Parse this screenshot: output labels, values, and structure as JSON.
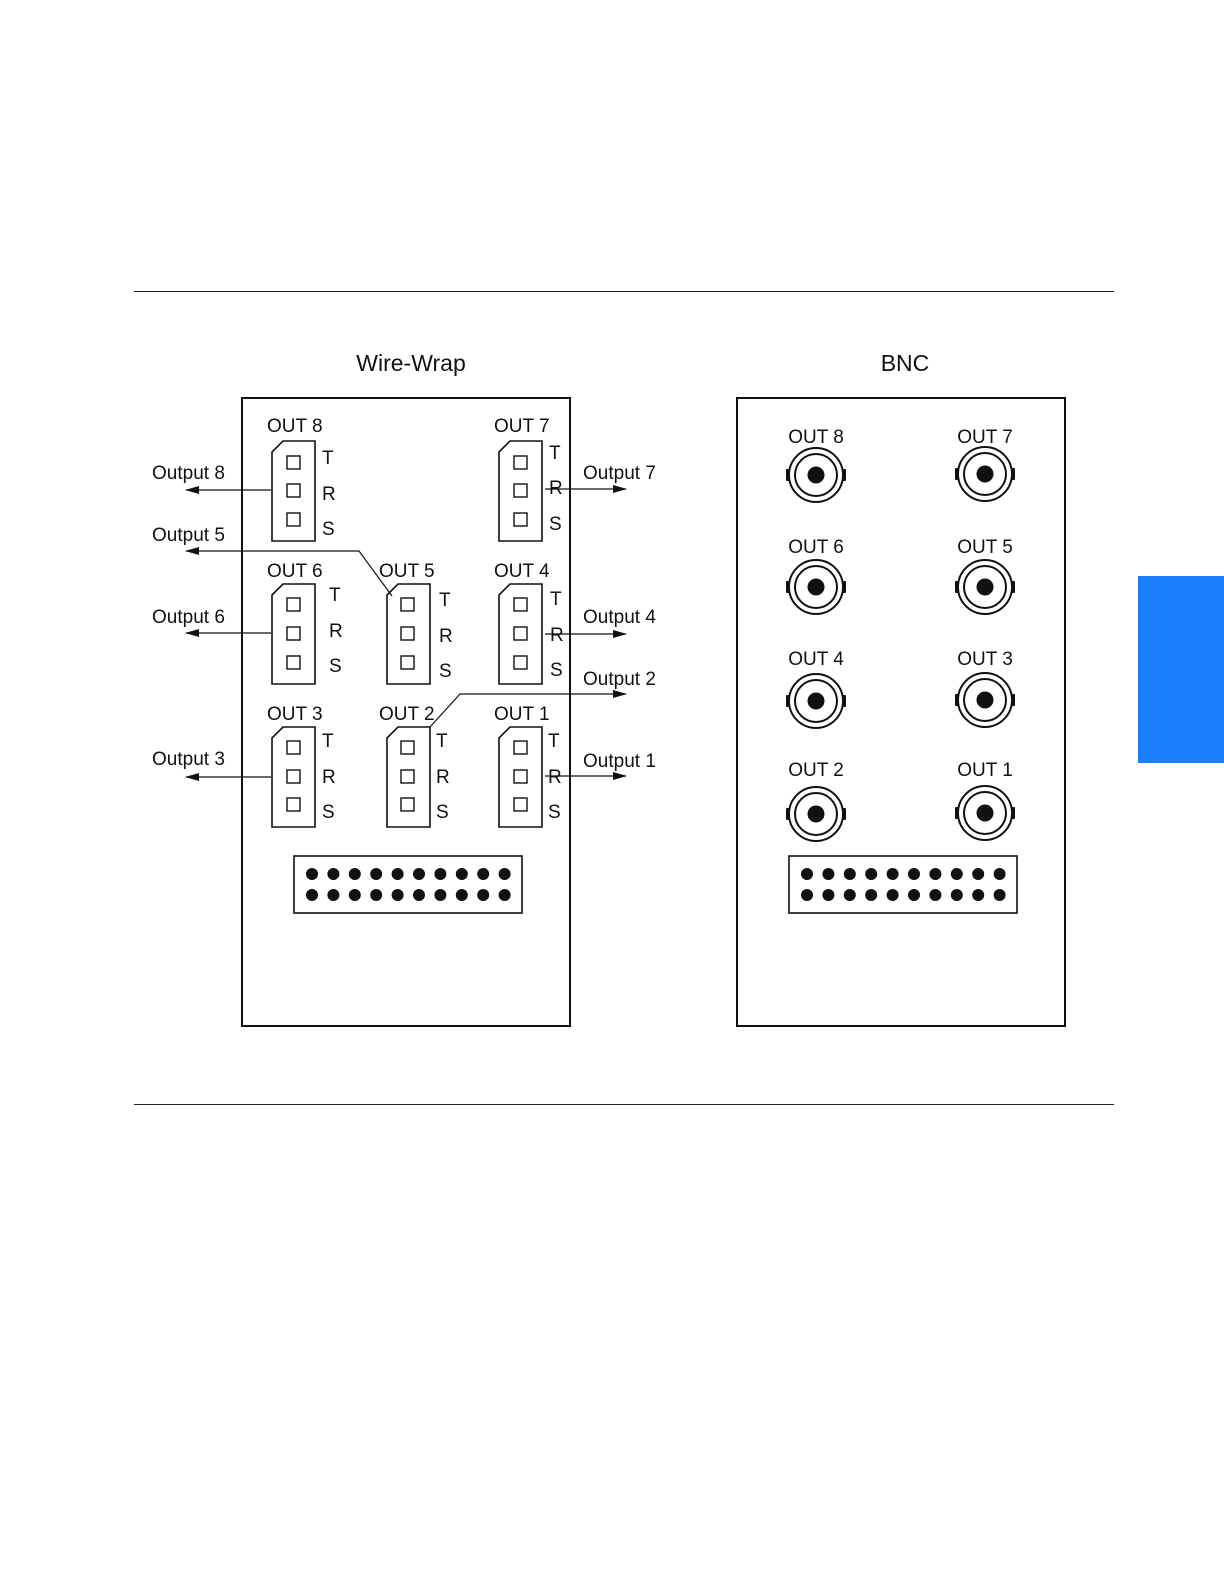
{
  "colors": {
    "ink": "#111111",
    "tab": "#1A80FF",
    "page": "#FFFFFF"
  },
  "wirewrap": {
    "title": "Wire-Wrap",
    "blocks": [
      {
        "label": "OUT 8",
        "pins": [
          "T",
          "R",
          "S"
        ]
      },
      {
        "label": "OUT 7",
        "pins": [
          "T",
          "R",
          "S"
        ]
      },
      {
        "label": "OUT 6",
        "pins": [
          "T",
          "R",
          "S"
        ]
      },
      {
        "label": "OUT 5",
        "pins": [
          "T",
          "R",
          "S"
        ]
      },
      {
        "label": "OUT 4",
        "pins": [
          "T",
          "R",
          "S"
        ]
      },
      {
        "label": "OUT 3",
        "pins": [
          "T",
          "R",
          "S"
        ]
      },
      {
        "label": "OUT 2",
        "pins": [
          "T",
          "R",
          "S"
        ]
      },
      {
        "label": "OUT 1",
        "pins": [
          "T",
          "R",
          "S"
        ]
      }
    ],
    "outputs": [
      "Output 8",
      "Output 5",
      "Output 6",
      "Output 3",
      "Output 7",
      "Output 4",
      "Output 2",
      "Output 1"
    ]
  },
  "bnc": {
    "title": "BNC",
    "connectors": [
      "OUT 8",
      "OUT 7",
      "OUT 6",
      "OUT 5",
      "OUT 4",
      "OUT 3",
      "OUT 2",
      "OUT 1"
    ]
  }
}
